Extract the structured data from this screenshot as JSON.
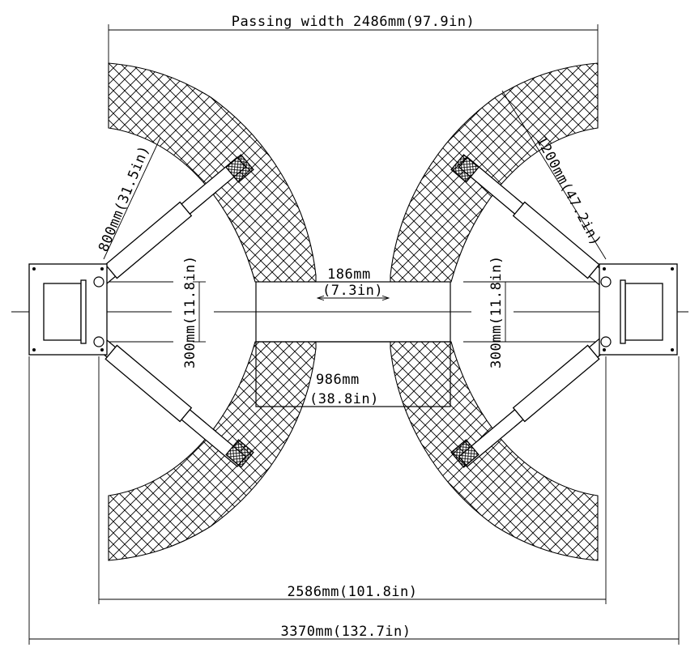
{
  "dimensions": {
    "passing_width": "Passing width 2486mm(97.9in)",
    "arm_span_mm": "2586mm(101.8in)",
    "overall_width": "3370mm(132.7in)",
    "center_gap_mm": "186mm",
    "center_gap_in": "(7.3in)",
    "plate_length_mm": "986mm",
    "plate_length_in": "(38.8in)",
    "short_arm": "800mm(31.5in)",
    "long_arm": "1200mm(47.2in)",
    "column_spacing_left": "300mm(11.8in)",
    "column_spacing_right": "300mm(11.8in)"
  },
  "colors": {
    "line": "#000000",
    "background": "#ffffff"
  }
}
